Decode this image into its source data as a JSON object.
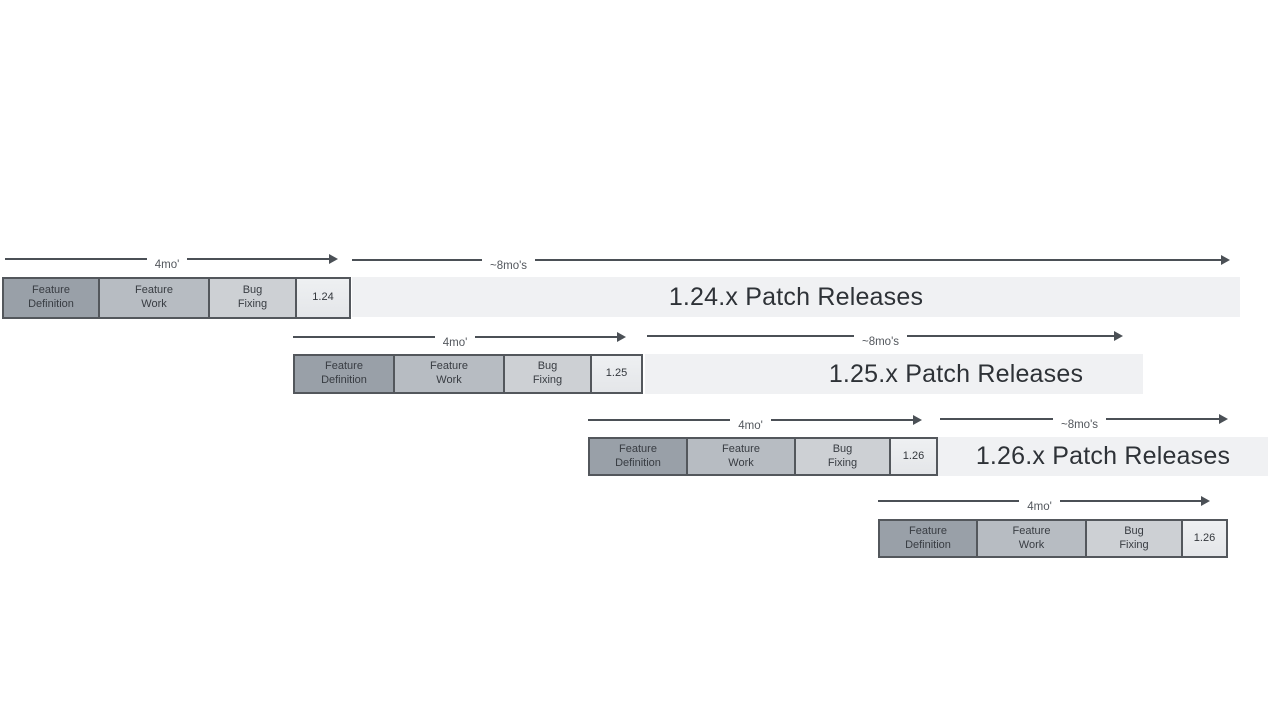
{
  "diagram_type": "staggered-release-cycle-timeline",
  "arrow_labels": {
    "four_mo": "4mo'",
    "eight_mo": "~8mo's"
  },
  "phases": [
    {
      "line1": "Feature",
      "line2": "Definition"
    },
    {
      "line1": "Feature",
      "line2": "Work"
    },
    {
      "line1": "Bug",
      "line2": "Fixing"
    }
  ],
  "rows": [
    {
      "version": "1.24",
      "patch_label": "1.24.x Patch Releases"
    },
    {
      "version": "1.25",
      "patch_label": "1.25.x Patch Releases"
    },
    {
      "version": "1.26",
      "patch_label": "1.26.x Patch Releases"
    },
    {
      "version": "1.26",
      "patch_label": ""
    }
  ],
  "colors": {
    "feature_definition_fill": "#99a0a8",
    "feature_work_fill": "#b7bcc2",
    "bug_fixing_fill": "#cdd0d4",
    "version_box_fill": "#e9ebee",
    "patch_bar_fill": "#f0f1f3",
    "box_border": "#53575c",
    "arrow": "#4b5056",
    "text": "#33373c"
  }
}
